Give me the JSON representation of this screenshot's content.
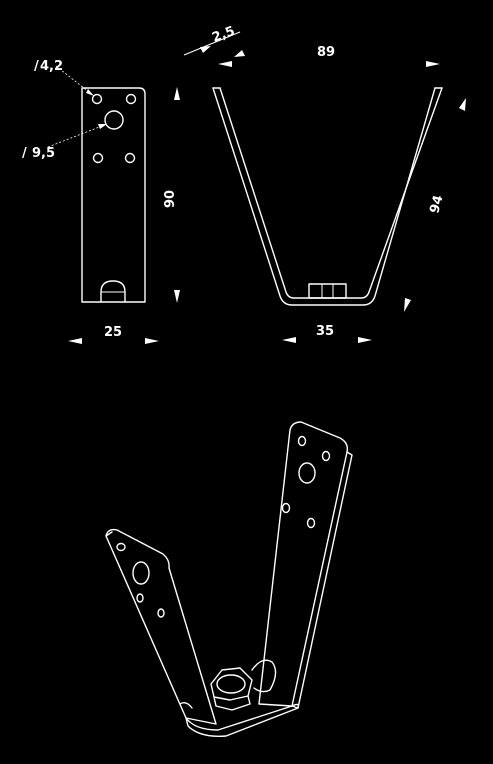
{
  "dimensions": {
    "hole_small": "4,2",
    "hole_large": "9,5",
    "thickness": "2,5",
    "top_width": "89",
    "plate_height": "90",
    "leg_length": "94",
    "plate_width": "25",
    "base_width": "35"
  },
  "colors": {
    "background": "#000000",
    "line": "#ffffff"
  }
}
